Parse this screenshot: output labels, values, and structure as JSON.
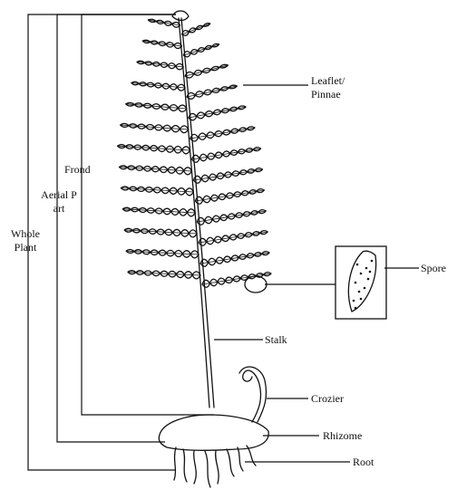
{
  "labels": {
    "leaflet_line1": "Leaflet/",
    "leaflet_line2": "Pinnae",
    "frond": "Frond",
    "aerial_line1": "Aerial P",
    "aerial_line2": "art",
    "whole_line1": "Whole",
    "whole_line2": "Plant",
    "spore": "Spore",
    "stalk": "Stalk",
    "crozier": "Crozier",
    "rhizome": "Rhizome",
    "root": "Root"
  }
}
